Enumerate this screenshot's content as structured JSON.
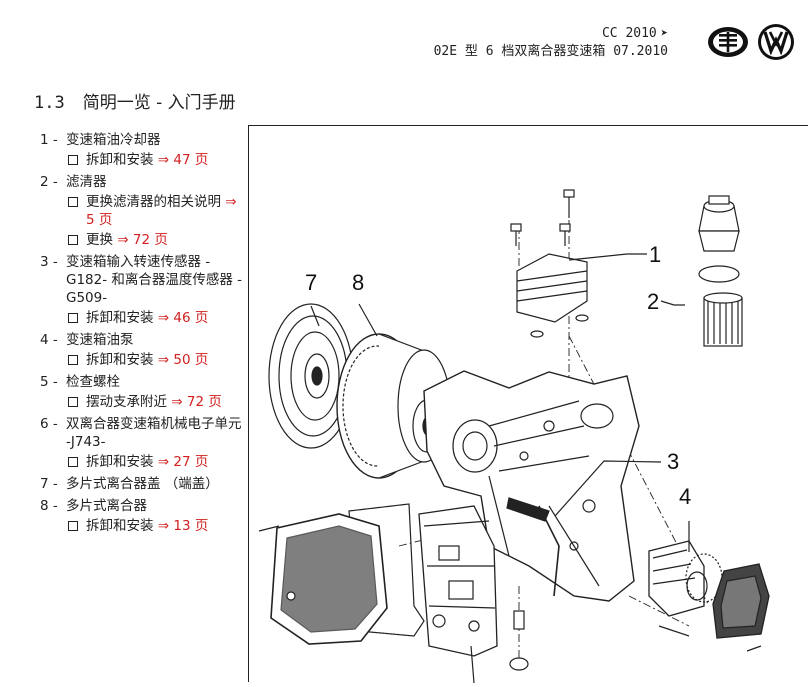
{
  "header": {
    "line1": "CC 2010",
    "arrow": "➤",
    "line2": "02E 型 6 档双离合器变速箱 07.2010"
  },
  "section": {
    "number": "1.3",
    "title": "简明一览 - 入门手册"
  },
  "items": [
    {
      "num": "1 -",
      "title": "变速箱油冷却器",
      "subs": [
        {
          "text": "拆卸和安装",
          "link": "⇒ 47 页"
        }
      ]
    },
    {
      "num": "2 -",
      "title": "滤清器",
      "subs": [
        {
          "text": "更换滤清器的相关说明",
          "link": "⇒ 5 页"
        },
        {
          "text": "更换",
          "link": "⇒ 72 页"
        }
      ]
    },
    {
      "num": "3 -",
      "title": "变速箱输入转速传感器 -G182- 和离合器温度传感器 -G509-",
      "subs": [
        {
          "text": "拆卸和安装",
          "link": "⇒ 46 页"
        }
      ]
    },
    {
      "num": "4 -",
      "title": "变速箱油泵",
      "subs": [
        {
          "text": "拆卸和安装",
          "link": "⇒ 50 页"
        }
      ]
    },
    {
      "num": "5 -",
      "title": "检查螺栓",
      "subs": [
        {
          "text": "摆动支承附近",
          "link": "⇒ 72 页"
        }
      ]
    },
    {
      "num": "6 -",
      "title": "双离合器变速箱机械电子单元 -J743-",
      "subs": [
        {
          "text": "拆卸和安装",
          "link": "⇒ 27 页"
        }
      ]
    },
    {
      "num": "7 -",
      "title": "多片式离合器盖 （端盖）",
      "subs": []
    },
    {
      "num": "8 -",
      "title": "多片式离合器",
      "subs": [
        {
          "text": "拆卸和安装",
          "link": "⇒ 13 页"
        }
      ]
    }
  ],
  "diagram": {
    "callouts": [
      "1",
      "2",
      "3",
      "4",
      "7",
      "8"
    ]
  },
  "colors": {
    "link": "#d21f1f",
    "text": "#222222"
  }
}
